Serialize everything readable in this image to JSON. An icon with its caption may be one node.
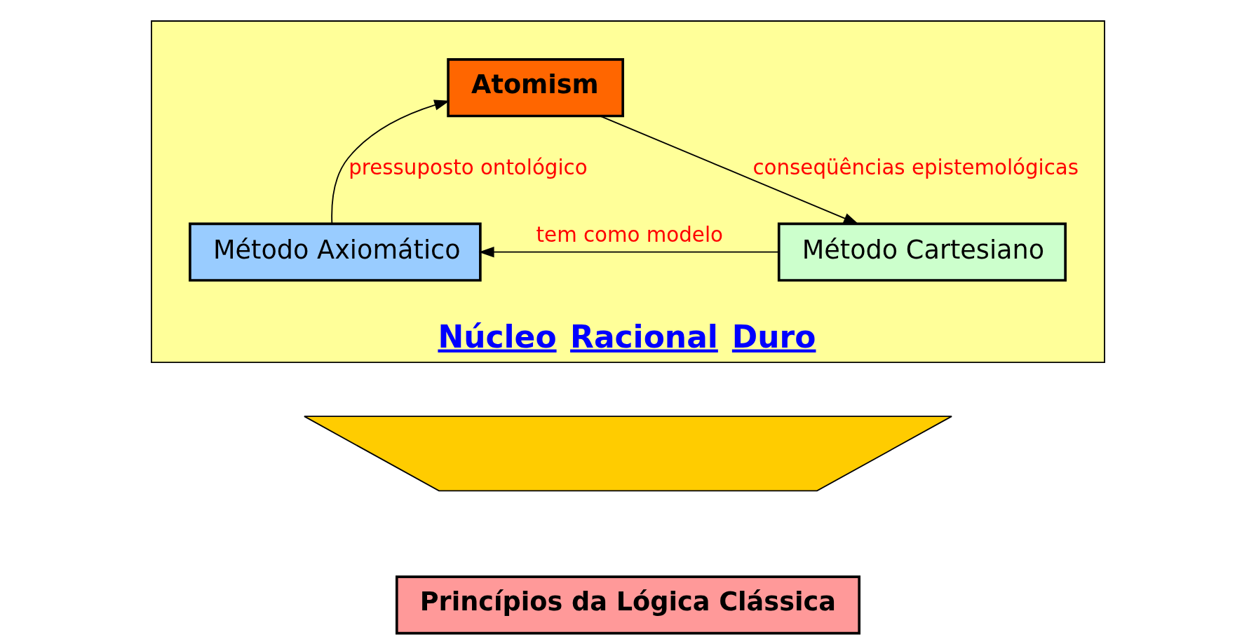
{
  "diagram": {
    "nodes": [
      {
        "text": [
          "Núcleo Racional Duro"
        ]
      },
      {
        "text": [
          "Atomism"
        ],
        "in": 0
      },
      {
        "text": [
          "Método Axiomático"
        ],
        "in": 0
      },
      {
        "text": [
          "Método Cartesiano"
        ],
        "in": 0
      },
      {
        "text": [],
        "shape": "trapezium"
      },
      {
        "text": [
          "Princípios da Lógica Clássica"
        ]
      }
    ],
    "edges": [
      {
        "from": 2,
        "to": 1,
        "arrow": "to",
        "label": "pressuposto ontológico"
      },
      {
        "from": 1,
        "to": 3,
        "arrow": "to",
        "label": "conseqüências epistemológicas"
      },
      {
        "from": 3,
        "to": 2,
        "arrow": "to",
        "label": "tem como modelo"
      }
    ]
  }
}
